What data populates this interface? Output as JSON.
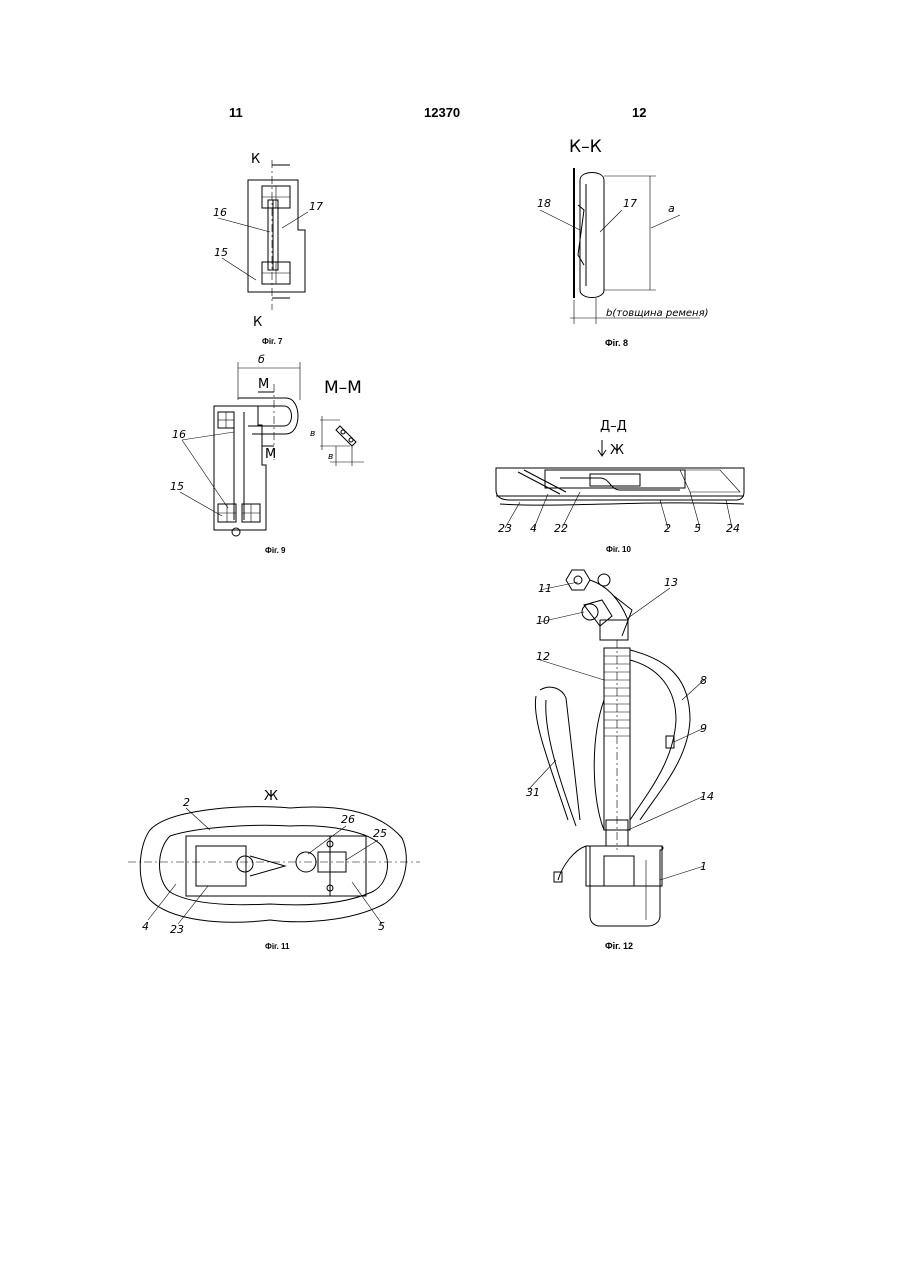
{
  "header": {
    "left_page": "11",
    "doc_number": "12370",
    "right_page": "12"
  },
  "figures": {
    "fig7": {
      "caption": "Фіг. 7",
      "labels": [
        "К",
        "К",
        "16",
        "17",
        "15"
      ]
    },
    "fig8": {
      "caption": "Фіг. 8",
      "section": "К–К",
      "labels": [
        "18",
        "17",
        "а"
      ],
      "dimension_text": "b(товщина ременя)"
    },
    "fig9": {
      "caption": "Фіг. 9",
      "labels": [
        "б",
        "М",
        "М",
        "16",
        "15"
      ],
      "section": "М–М",
      "section_labels": [
        "в",
        "в"
      ]
    },
    "fig10": {
      "caption": "Фіг. 10",
      "section": "Д–Д",
      "arrow_label": "Ж",
      "labels": [
        "23",
        "4",
        "22",
        "2",
        "5",
        "24"
      ]
    },
    "fig11": {
      "caption": "Фіг. 11",
      "view_label": "Ж",
      "labels": [
        "2",
        "26",
        "25",
        "4",
        "23",
        "5"
      ]
    },
    "fig12": {
      "caption": "Фіг. 12",
      "labels": [
        "11",
        "13",
        "10",
        "12",
        "8",
        "9",
        "31",
        "14",
        "1"
      ]
    }
  }
}
